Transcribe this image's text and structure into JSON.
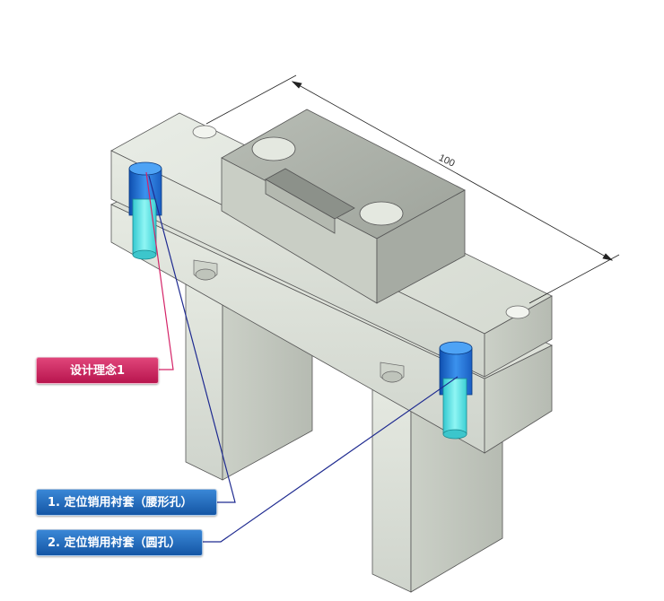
{
  "dimension": {
    "value": "100"
  },
  "callouts": [
    {
      "label": "设计理念1",
      "color": "#c8205a"
    },
    {
      "label": "1. 定位销用衬套（腰形孔）",
      "color": "#1e63b4"
    },
    {
      "label": "2. 定位销用衬套（圆孔）",
      "color": "#1e63b4"
    }
  ],
  "colors": {
    "body": "#d8ddd4",
    "body_shadow": "#b9bfb6",
    "block": "#a9aea6",
    "bushing": "#2a7fd8",
    "pin": "#5fe6e6",
    "leader_pink": "#d42468",
    "leader_blue": "#1e2a90"
  }
}
